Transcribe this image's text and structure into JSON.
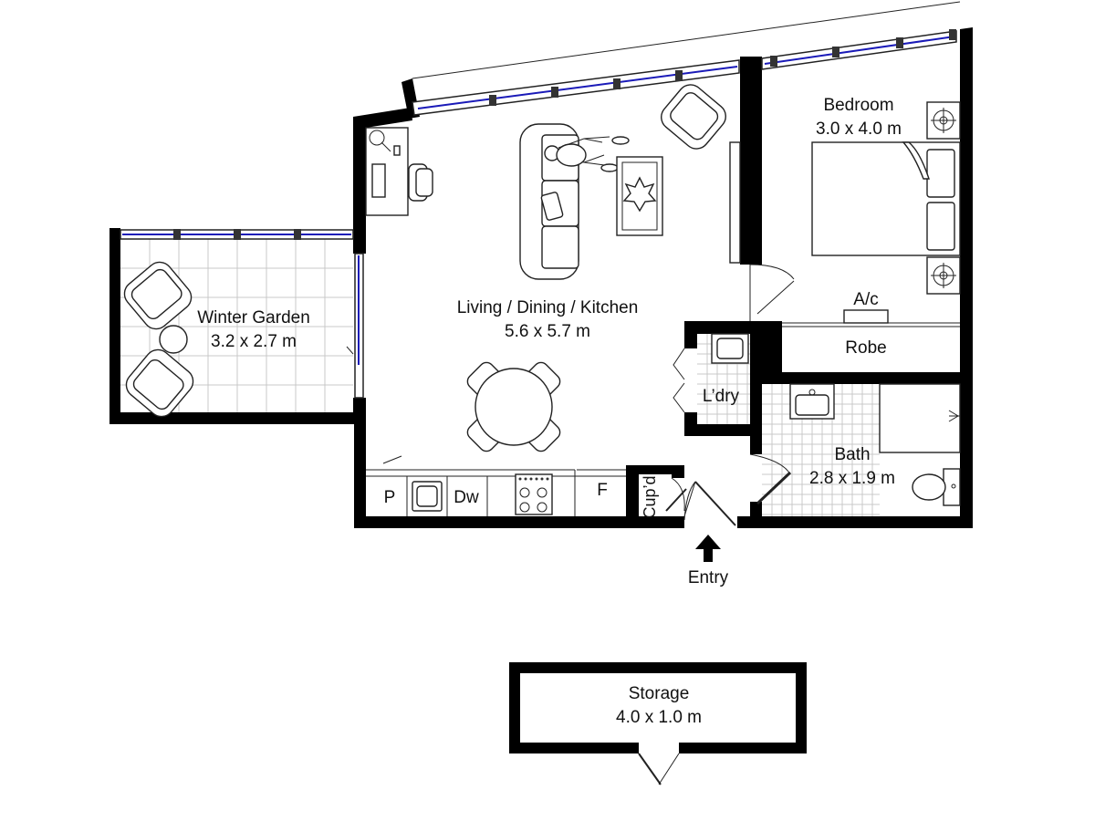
{
  "rooms": {
    "bedroom": {
      "name": "Bedroom",
      "size": "3.0 x 4.0 m"
    },
    "living": {
      "name": "Living / Dining / Kitchen",
      "size": "5.6 x 5.7 m"
    },
    "winter_garden": {
      "name": "Winter Garden",
      "size": "3.2 x 2.7 m"
    },
    "bath": {
      "name": "Bath",
      "size": "2.8 x 1.9 m"
    },
    "storage": {
      "name": "Storage",
      "size": "4.0 x 1.0 m"
    }
  },
  "labels": {
    "ac": "A/c",
    "robe": "Robe",
    "laundry": "L’dry",
    "pantry": "P",
    "dishwasher": "Dw",
    "fridge": "F",
    "cupboard": "Cup’d",
    "entry": "Entry"
  },
  "colors": {
    "wall": "#000000",
    "glazing": "#1a1ab8",
    "tile_grid": "#c8c8c8"
  }
}
